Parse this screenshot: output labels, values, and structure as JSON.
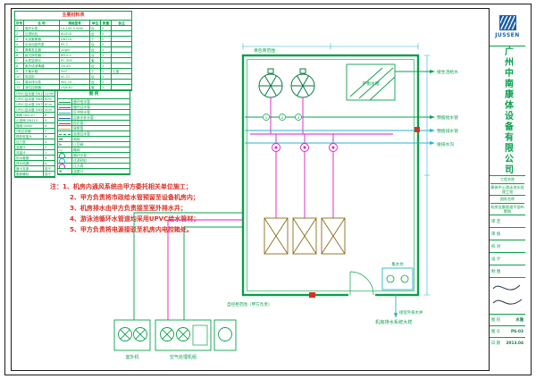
{
  "colors": {
    "green": "#0aa04c",
    "dark_green": "#0a7a43",
    "red": "#d93025",
    "magenta": "#de1bc4",
    "cyan": "#27b3c9",
    "blue": "#1b5fa8",
    "olive": "#8a6d1a",
    "ink": "#1a1a1a"
  },
  "brand": {
    "logo": "JUSSEN"
  },
  "materials": {
    "title": "主要材料表",
    "headers": [
      "序号",
      "名 称",
      "规格型号",
      "单位",
      "数量",
      "备注"
    ],
    "rows": [
      {
        "no": "1",
        "name": "循环水泵",
        "spec": "LX-100 5.5kW",
        "unit": "台",
        "qty": "2",
        "note": ""
      },
      {
        "no": "2",
        "name": "过滤砂缸",
        "spec": "Φ1200",
        "unit": "台",
        "qty": "2",
        "note": ""
      },
      {
        "no": "3",
        "name": "毛发聚集器",
        "spec": "DN110",
        "unit": "个",
        "qty": "2",
        "note": ""
      },
      {
        "no": "4",
        "name": "全自动投药泵",
        "spec": "PS-2",
        "unit": "台",
        "qty": "2",
        "note": ""
      },
      {
        "no": "5",
        "name": "臭氧发生器",
        "spec": "10g/h",
        "unit": "台",
        "qty": "1",
        "note": ""
      },
      {
        "no": "6",
        "name": "板式换热器",
        "spec": "BR-0.2",
        "unit": "台",
        "qty": "1",
        "note": ""
      },
      {
        "no": "7",
        "name": "水质监测仪",
        "spec": "PC-300",
        "unit": "套",
        "qty": "1",
        "note": ""
      },
      {
        "no": "8",
        "name": "紫外线消毒器",
        "spec": "UV-40",
        "unit": "台",
        "qty": "1",
        "note": ""
      },
      {
        "no": "9",
        "name": "平衡水箱",
        "spec": "5m³",
        "unit": "个",
        "qty": "1",
        "note": "土建"
      },
      {
        "no": "10",
        "name": "电控柜",
        "spec": "XL-21",
        "unit": "台",
        "qty": "1",
        "note": ""
      },
      {
        "no": "11",
        "name": "潜水排污泵",
        "spec": "WQ-10",
        "unit": "台",
        "qty": "2",
        "note": ""
      },
      {
        "no": "12",
        "name": "液位控制器",
        "spec": "UQK-61",
        "unit": "套",
        "qty": "1",
        "note": ""
      }
    ],
    "cont_rows": [
      {
        "name": "UPVC给水管 DN110",
        "qty": "120m"
      },
      {
        "name": "UPVC给水管 DN90",
        "qty": "60m"
      },
      {
        "name": "UPVC给水管 DN75",
        "qty": "80m"
      },
      {
        "name": "UPVC给水管 DN50",
        "qty": "40m"
      },
      {
        "name": "闸阀 DN110",
        "qty": "8"
      },
      {
        "name": "止回阀 DN110",
        "qty": "3"
      },
      {
        "name": "蝶阀 DN90",
        "qty": "6"
      },
      {
        "name": "Y型过滤器",
        "qty": "2"
      },
      {
        "name": "橡胶软接头",
        "qty": "6"
      },
      {
        "name": "压力表",
        "qty": "4"
      },
      {
        "name": "温度计",
        "qty": "2"
      },
      {
        "name": "流量计",
        "qty": "1"
      },
      {
        "name": "防水套管",
        "qty": "8"
      },
      {
        "name": "排水地漏",
        "qty": "4"
      },
      {
        "name": "管卡支架",
        "qty": "若干"
      },
      {
        "name": "膨胀螺栓",
        "qty": "若干"
      }
    ]
  },
  "legend": {
    "title": "图 例",
    "rows": [
      {
        "style": "width:13px;height:0;border-top:1.6px solid #0aa04c",
        "name": "循环给水管"
      },
      {
        "style": "width:13px;height:0;border-top:1.6px solid #de1bc4",
        "name": "循环回水管"
      },
      {
        "style": "width:13px;height:0;border-top:1.6px solid #27b3c9",
        "name": "反冲排水管"
      },
      {
        "style": "width:13px;height:0;border-top:1.6px solid #1b5fa8",
        "name": "自来水补水管"
      },
      {
        "style": "width:13px;height:0;border-top:1.6px solid #d93025",
        "name": "投药管"
      },
      {
        "style": "width:13px;height:0;border-top:1.6px solid #f59a23",
        "name": "臭氧管"
      },
      {
        "style": "width:13px;height:0;border-top:1.2px dashed #0aa04c",
        "name": "溢流回水管"
      },
      {
        "glyph": "⋈",
        "name": "闸阀"
      },
      {
        "glyph": "⊳",
        "name": "止回阀"
      },
      {
        "glyph": "◁",
        "name": "蝶阀"
      },
      {
        "style": "width:5px;height:5px;border:1.2px solid #0aa04c;border-radius:50%",
        "name": "循环水泵"
      },
      {
        "style": "width:5px;height:5px;border:1.2px solid #27b3c9;border-radius:50%",
        "name": "过滤砂缸"
      },
      {
        "style": "width:5px;height:5px;border:1.2px solid #de1bc4;border-radius:50%",
        "name": "压力表"
      },
      {
        "glyph": "⊙",
        "name": "温度计"
      }
    ]
  },
  "notes": {
    "lines": [
      "注：1、机房内通风系统由甲方委托相关单位施工；",
      "2、甲方负责将市政给水管预留至设备机房内；",
      "3、机房排水由甲方负责接至室外排水井；",
      "4、游泳池循环水管道均采用UPVC给水管材；",
      "5、甲方负责将电源接驳至机房内电控箱处。"
    ]
  },
  "plan": {
    "labels": {
      "scope": "承包商范围",
      "tank": "平衡水箱",
      "sump": "集水坑",
      "arrow_top": "接生活给水",
      "arrow_mid": "预留给水管",
      "arrow_drain": "预留排水管",
      "arrow_gutter": "接排水沟",
      "arrow_bottom": "接室外排水井",
      "control": "自控柜范围（甲方负责）",
      "detail": "机房排水系统大样"
    },
    "markers": [
      "1",
      "2",
      "3"
    ]
  },
  "units": {
    "outdoor": "室外机",
    "ahu": "空气处理机组"
  },
  "titleblock": {
    "company": "广州中南康体设备有限公司",
    "project_label": "工程名称",
    "project_value": "康体中心游泳池水处理工程",
    "drawing_label": "图纸名称",
    "drawing_value": "机房设备管道平面布置图",
    "signers": [
      {
        "label": "审 定"
      },
      {
        "label": "审 核"
      },
      {
        "label": "校 对"
      },
      {
        "label": "设 计"
      },
      {
        "label": "制 图"
      }
    ],
    "meta": [
      {
        "label": "图 别",
        "value": "水施"
      },
      {
        "label": "图 号",
        "value": "PS-03"
      },
      {
        "label": "日 期",
        "value": "2013.04"
      }
    ]
  }
}
